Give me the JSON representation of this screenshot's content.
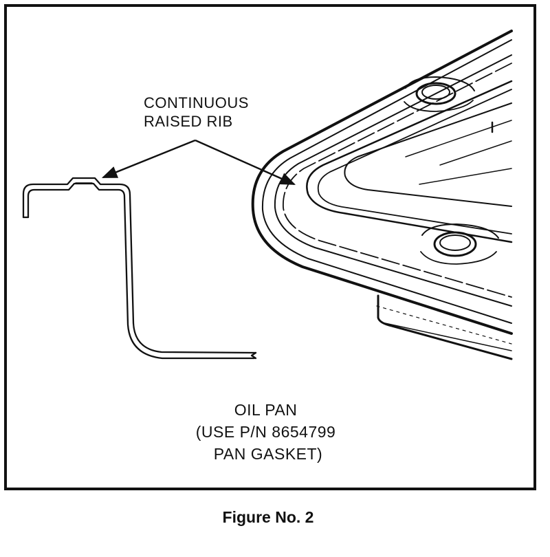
{
  "callout": {
    "line1": "CONTINUOUS",
    "line2": "RAISED RIB"
  },
  "part_label": {
    "line1": "OIL PAN",
    "line2": "(USE P/N 8654799",
    "line3": "PAN GASKET)"
  },
  "caption": "Figure No. 2",
  "colors": {
    "ink": "#111111",
    "background": "#ffffff"
  }
}
